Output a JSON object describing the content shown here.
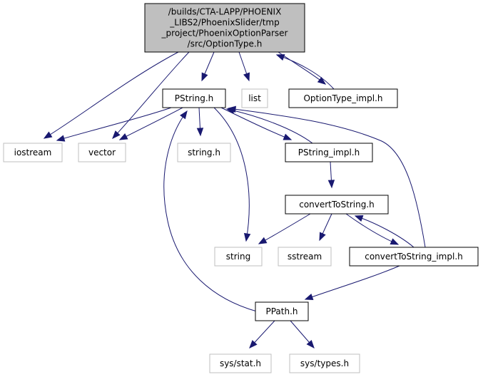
{
  "nodes": {
    "root": {
      "lines": [
        "/builds/CTA-LAPP/PHOENIX",
        "_LIBS2/PhoenixSlider/tmp",
        "_project/PhoenixOptionParser",
        "/src/OptionType.h"
      ],
      "fill": "#bfbfbf",
      "stroke": "#000000"
    },
    "pstring": {
      "label": "PString.h",
      "fill": "#ffffff",
      "stroke": "#000000"
    },
    "list": {
      "label": "list",
      "fill": "#ffffff",
      "stroke": "#bfbfbf"
    },
    "optiontype_impl": {
      "label": "OptionType_impl.h",
      "fill": "#ffffff",
      "stroke": "#000000"
    },
    "iostream": {
      "label": "iostream",
      "fill": "#ffffff",
      "stroke": "#bfbfbf"
    },
    "vector": {
      "label": "vector",
      "fill": "#ffffff",
      "stroke": "#bfbfbf"
    },
    "string_h": {
      "label": "string.h",
      "fill": "#ffffff",
      "stroke": "#bfbfbf"
    },
    "pstring_impl": {
      "label": "PString_impl.h",
      "fill": "#ffffff",
      "stroke": "#000000"
    },
    "converttostring": {
      "label": "convertToString.h",
      "fill": "#ffffff",
      "stroke": "#000000"
    },
    "string": {
      "label": "string",
      "fill": "#ffffff",
      "stroke": "#bfbfbf"
    },
    "sstream": {
      "label": "sstream",
      "fill": "#ffffff",
      "stroke": "#bfbfbf"
    },
    "converttostring_impl": {
      "label": "convertToString_impl.h",
      "fill": "#ffffff",
      "stroke": "#000000"
    },
    "ppath": {
      "label": "PPath.h",
      "fill": "#ffffff",
      "stroke": "#000000"
    },
    "sys_stat": {
      "label": "sys/stat.h",
      "fill": "#ffffff",
      "stroke": "#bfbfbf"
    },
    "sys_types": {
      "label": "sys/types.h",
      "fill": "#ffffff",
      "stroke": "#bfbfbf"
    }
  },
  "edges": [
    {
      "from": "root",
      "to": "pstring"
    },
    {
      "from": "root",
      "to": "list"
    },
    {
      "from": "root",
      "to": "optiontype_impl"
    },
    {
      "from": "root",
      "to": "iostream"
    },
    {
      "from": "root",
      "to": "vector"
    },
    {
      "from": "optiontype_impl",
      "to": "root"
    },
    {
      "from": "pstring",
      "to": "iostream"
    },
    {
      "from": "pstring",
      "to": "vector"
    },
    {
      "from": "pstring",
      "to": "string_h"
    },
    {
      "from": "pstring",
      "to": "pstring_impl"
    },
    {
      "from": "pstring",
      "to": "string"
    },
    {
      "from": "pstring_impl",
      "to": "pstring"
    },
    {
      "from": "pstring_impl",
      "to": "converttostring"
    },
    {
      "from": "converttostring",
      "to": "string"
    },
    {
      "from": "converttostring",
      "to": "sstream"
    },
    {
      "from": "converttostring",
      "to": "converttostring_impl"
    },
    {
      "from": "converttostring_impl",
      "to": "converttostring"
    },
    {
      "from": "converttostring_impl",
      "to": "pstring"
    },
    {
      "from": "converttostring_impl",
      "to": "ppath"
    },
    {
      "from": "ppath",
      "to": "pstring"
    },
    {
      "from": "ppath",
      "to": "sys_stat"
    },
    {
      "from": "ppath",
      "to": "sys_types"
    }
  ],
  "colors": {
    "edge": "#191970",
    "root_fill": "#bfbfbf",
    "external_border": "#bfbfbf",
    "internal_border": "#000000"
  }
}
